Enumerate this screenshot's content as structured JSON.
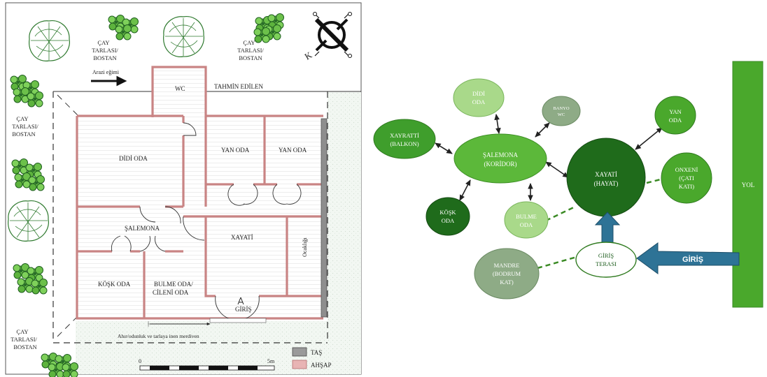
{
  "plan": {
    "garden_labels": [
      {
        "id": "g1",
        "lines": [
          "ÇAY",
          "TARLASI/",
          "BOSTAN"
        ]
      },
      {
        "id": "g2",
        "lines": [
          "ÇAY",
          "TARLASI/",
          "BOSTAN"
        ]
      },
      {
        "id": "g3",
        "lines": [
          "ÇAY",
          "TARLASI/",
          "BOSTAN"
        ]
      },
      {
        "id": "g4",
        "lines": [
          "ÇAY",
          "TARLASI/",
          "BOSTAN"
        ]
      }
    ],
    "slope_label": "Arazi eğimi",
    "estimated_label": "TAHMİN EDİLEN",
    "rooms": {
      "wc": "WC",
      "didi": "DİDİ ODA",
      "yan1": "YAN ODA",
      "yan2": "YAN ODA",
      "salemona": "ŞALEMONA",
      "xayati": "XAYATİ",
      "ocakligi": "Ocaklığı",
      "kosk": "KÖŞK ODA",
      "bulme_line1": "BULME ODA/",
      "bulme_line2": "CİLENİ ODA",
      "giris": "GİRİŞ"
    },
    "stair_label": "Ahır/odunluk ve tarlaya inen merdiven",
    "scale": {
      "start": "0",
      "end": "5m"
    },
    "legend": [
      {
        "label": "TAŞ",
        "color": "#9a9a9a"
      },
      {
        "label": "AHŞAP",
        "color": "#e8b4b4"
      }
    ],
    "north_letter": "K"
  },
  "graph": {
    "nodes": [
      {
        "id": "didi",
        "lines": [
          "DİDİ",
          "ODA"
        ],
        "fill": "#a9d98a",
        "text_color": "#ffffff"
      },
      {
        "id": "banyo",
        "lines": [
          "BANYO",
          "WC"
        ],
        "fill": "#8eab86",
        "text_color": "#ffffff"
      },
      {
        "id": "yan",
        "lines": [
          "YAN",
          "ODA"
        ],
        "fill": "#4aa82c",
        "text_color": "#ffffff"
      },
      {
        "id": "xayratti",
        "lines": [
          "XAYRATTİ",
          "(BALKON)"
        ],
        "fill": "#3f9e2c",
        "text_color": "#ffffff"
      },
      {
        "id": "salemona",
        "lines": [
          "ŞALEMONA",
          "(KORİDOR)"
        ],
        "fill": "#5cb83a",
        "text_color": "#ffffff"
      },
      {
        "id": "xayati",
        "lines": [
          "XAYATİ",
          "(HAYAT)"
        ],
        "fill": "#1f6b1b",
        "text_color": "#ffffff"
      },
      {
        "id": "onxeni",
        "lines": [
          "ONXENİ",
          "(ÇATI",
          "KATI)"
        ],
        "fill": "#4aa82c",
        "text_color": "#ffffff"
      },
      {
        "id": "kosk",
        "lines": [
          "KÖŞK",
          "ODA"
        ],
        "fill": "#1f6b1b",
        "text_color": "#ffffff"
      },
      {
        "id": "bulme",
        "lines": [
          "BULME",
          "ODA"
        ],
        "fill": "#a9d98a",
        "text_color": "#ffffff"
      },
      {
        "id": "giris",
        "lines": [
          "GİRİŞ",
          "TERASI"
        ],
        "fill": "#ffffff",
        "text_color": "#1a5a1a"
      },
      {
        "id": "mandre",
        "lines": [
          "MANDRE",
          "(BODRUM",
          "KAT)"
        ],
        "fill": "#8eab86",
        "text_color": "#ffffff"
      }
    ],
    "entry_label": "GİRİŞ",
    "road_label": "YOL",
    "accent_arrow": "#2e7396",
    "road_color": "#4aa82c"
  }
}
